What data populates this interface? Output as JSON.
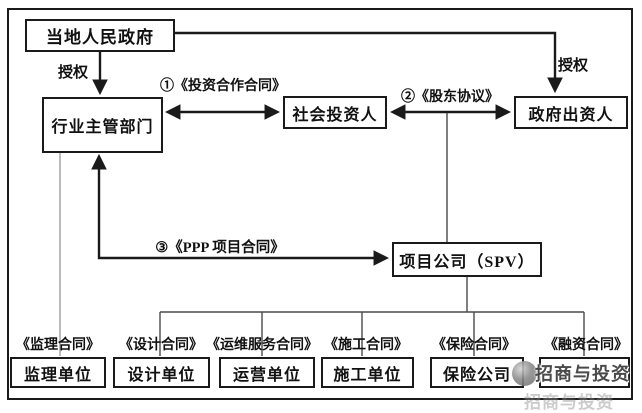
{
  "nodes": {
    "government": {
      "label": "当地人民政府"
    },
    "industry_dept": {
      "label": "行业主管部门"
    },
    "social_investor": {
      "label": "社会投资人"
    },
    "gov_investor": {
      "label": "政府出资人"
    },
    "spv": {
      "label": "项目公司（SPV）"
    }
  },
  "edges": {
    "authorize_left": "授权",
    "authorize_right": "授权",
    "contract_investment": "①《投资合作合同》",
    "contract_shareholder": "②《股东协议》",
    "contract_ppp": "③《PPP 项目合同》"
  },
  "bottom": {
    "units": [
      {
        "contract": "《监理合同》",
        "name": "监理单位"
      },
      {
        "contract": "《设计合同》",
        "name": "设计单位"
      },
      {
        "contract": "《运维服务合同》",
        "name": "运营单位"
      },
      {
        "contract": "《施工合同》",
        "name": "施工单位"
      },
      {
        "contract": "《保险合同》",
        "name": "保险公司"
      },
      {
        "contract": "《融资合同》",
        "name": ""
      }
    ]
  },
  "watermark": {
    "text": "招商与投资"
  },
  "colors": {
    "line": "#1a1a1a",
    "thin_line": "#4a4a4a",
    "gray_line": "#ababab",
    "background": "#ffffff"
  }
}
